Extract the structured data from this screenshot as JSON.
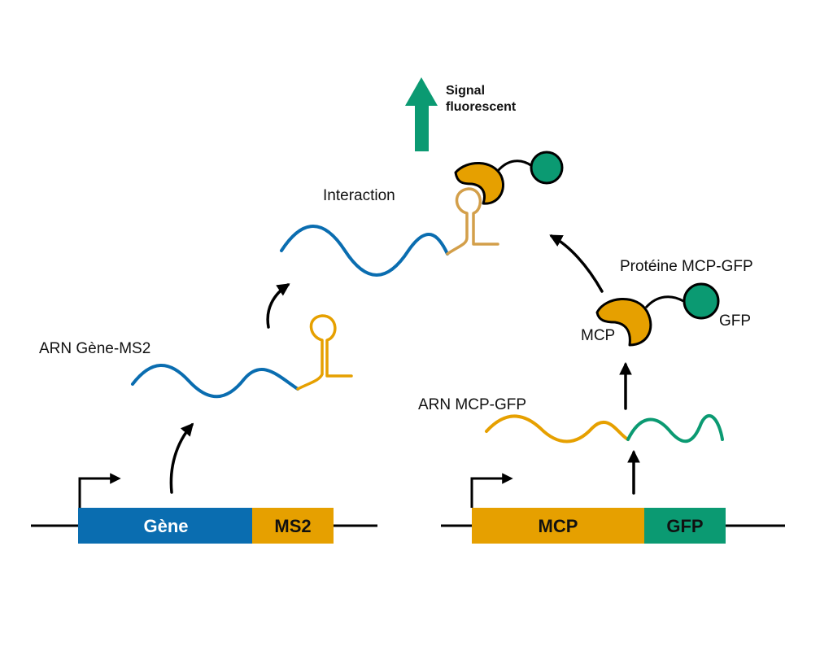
{
  "labels": {
    "signal_line1": "Signal",
    "signal_line2": "fluorescent",
    "interaction": "Interaction",
    "proteine": "Protéine MCP-GFP",
    "mcp_small": "MCP",
    "gfp_small": "GFP",
    "arn_gene_ms2": "ARN Gène-MS2",
    "arn_mcp_gfp": "ARN MCP-GFP"
  },
  "genes": {
    "left": {
      "segment1": "Gène",
      "segment2": "MS2"
    },
    "right": {
      "segment1": "MCP",
      "segment2": "GFP"
    }
  },
  "colors": {
    "blue": "#0a6db0",
    "orange": "#e6a000",
    "green": "#0b9a72",
    "arrow_green": "#0b9a72",
    "black": "#000000"
  }
}
